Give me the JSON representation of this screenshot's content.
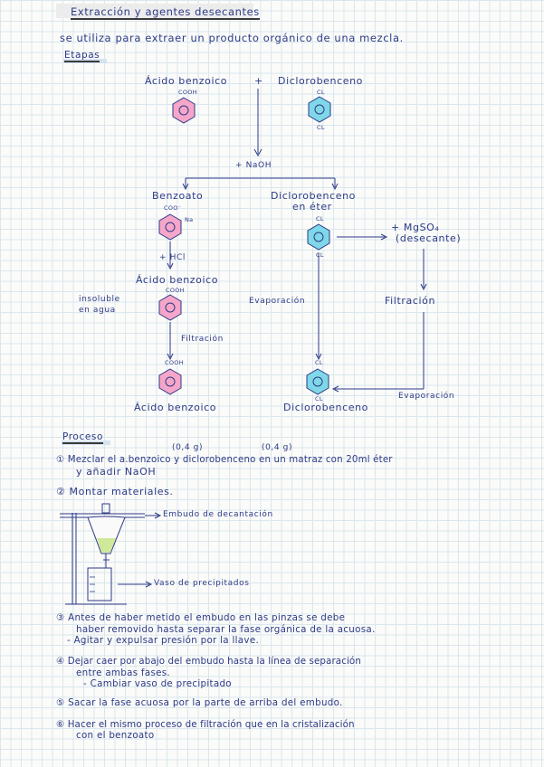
{
  "header": {
    "title": "Extracción y agentes desecantes",
    "intro": "se utiliza para extraer un producto orgánico de una mezcla."
  },
  "etapas": {
    "heading": "Etapas",
    "top_left": "Ácido benzoico",
    "plus": "+",
    "top_right": "Diclorobenceno",
    "cooh": "COOH",
    "cl": "CL",
    "naoh": "+ NaOH",
    "benzoato": "Benzoato",
    "coo": "COO⁻",
    "na": "Na",
    "diclorobenceno_eter_1": "Diclorobenceno",
    "diclorobenceno_eter_2": "en éter",
    "mgso4_1": "+ MgSO₄",
    "mgso4_2": "(desecante)",
    "hcl": "+ HCl",
    "acido_benzoico_mid": "Ácido benzoico",
    "insoluble_1": "insoluble",
    "insoluble_2": "en agua",
    "evaporacion_left": "Evaporación",
    "filtracion_right": "Filtración",
    "filtracion_left": "Filtración",
    "evaporacion_right": "Evaporación",
    "bottom_left": "Ácido benzoico",
    "bottom_right": "Diclorobenceno"
  },
  "proceso": {
    "heading": "Proceso",
    "mass_1": "(0,4 g)",
    "mass_2": "(0,4 g)",
    "step1_line1": "① Mezclar el a.benzoico y diclorobenceno en un matraz con 20ml éter",
    "step1_line2": "y añadir NaOH",
    "step2": "② Montar materiales.",
    "label_embudo": "Embudo de decantación",
    "label_vaso": "Vaso de precipitados",
    "step3_line1": "③ Antes de haber metido el embudo en las pinzas se debe",
    "step3_line2": "haber removido hasta separar la fase orgánica de la acuosa.",
    "step3_line3": "- Agitar y expulsar presión por la llave.",
    "step4_line1": "④ Dejar caer por abajo del embudo hasta la línea de separación",
    "step4_line2": "entre ambas fases.",
    "step4_line3": "- Cambiar vaso de precipitado",
    "step5": "⑤ Sacar la fase acuosa por la parte de arriba del embudo.",
    "step6_line1": "⑥ Hacer el mismo proceso de filtración que en la cristalización",
    "step6_line2": "con el benzoato"
  },
  "colors": {
    "ink": "#2d3a86",
    "pink_ring": "#f3a3c8",
    "cyan_ring": "#7fd6e6",
    "grid": "#d9e7ee",
    "green_liquid": "#cfe89a"
  }
}
